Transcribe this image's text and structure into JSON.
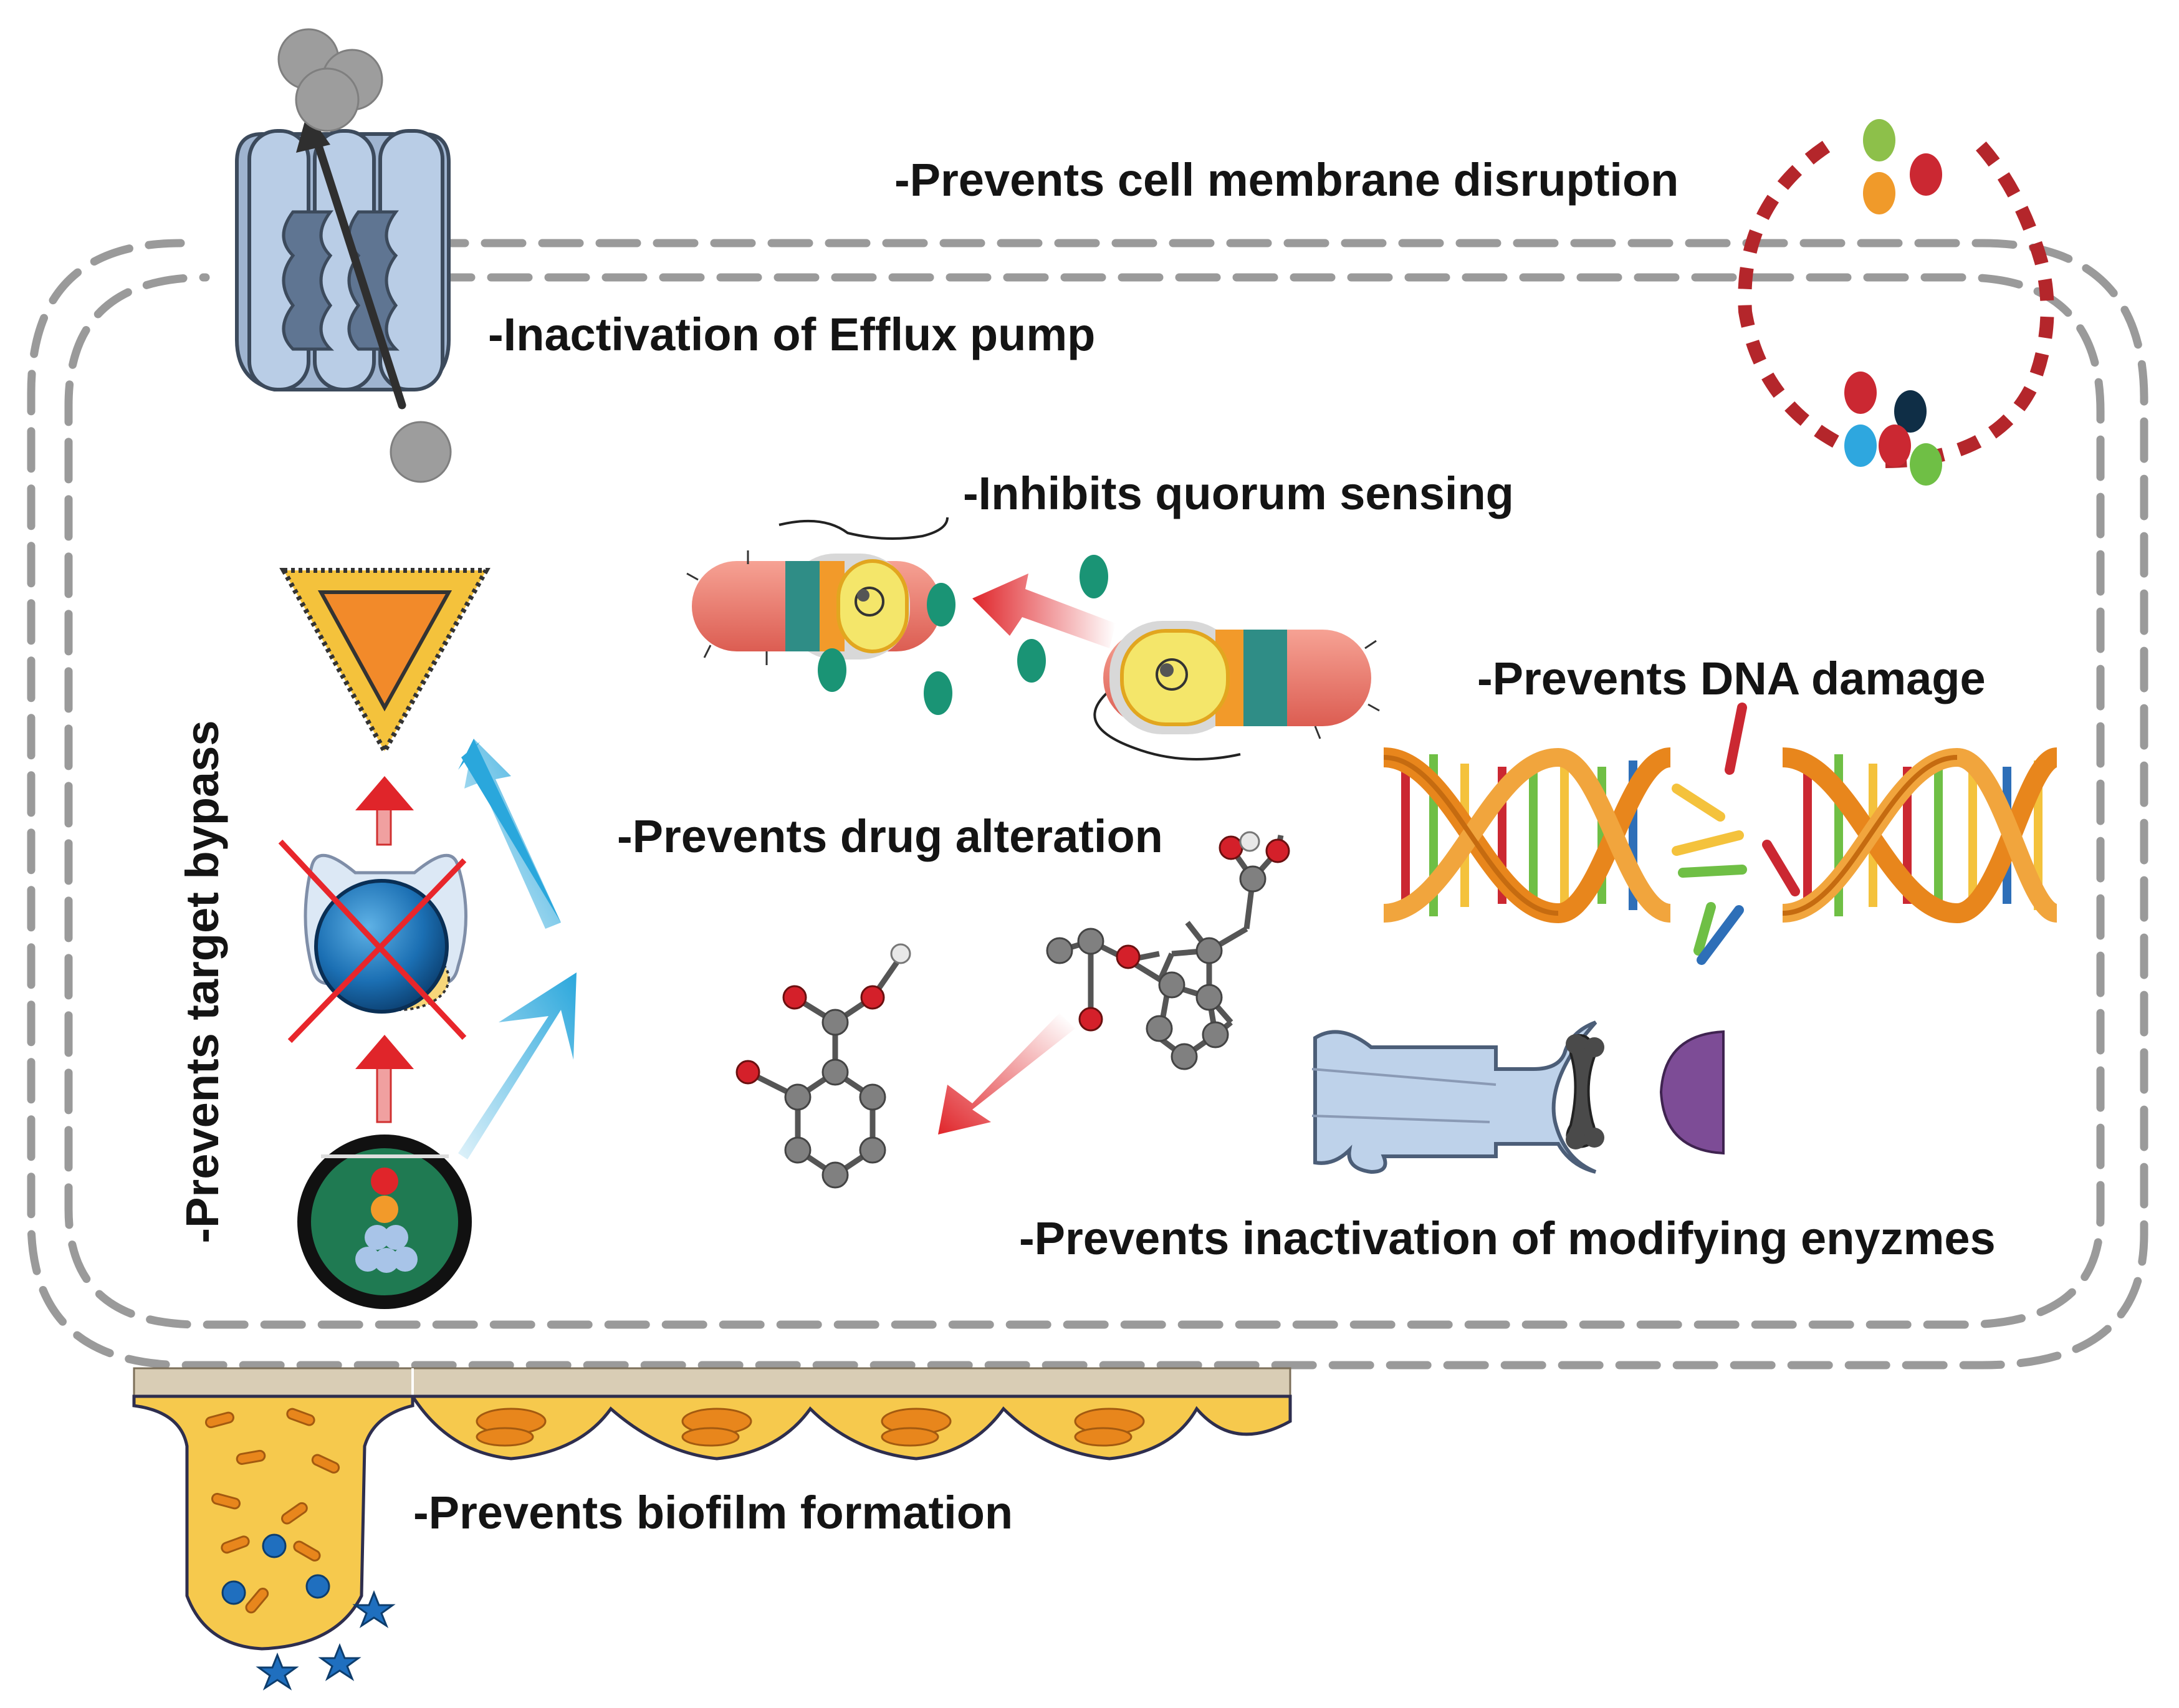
{
  "labels": {
    "membrane": "-Prevents cell membrane disruption",
    "efflux": "-Inactivation of Efflux pump",
    "quorum": "-Inhibits quorum sensing",
    "target_bypass": "-Prevents target bypass",
    "dna": "-Prevents DNA damage",
    "drug_alteration": "-Prevents drug alteration",
    "enzymes": "-Prevents inactivation of modifying enyzmes",
    "biofilm": "-Prevents biofilm formation"
  },
  "colors": {
    "membrane_dash": "#9a9a9a",
    "burst_membrane": "#b4262b",
    "pump_body": "#b9cde6",
    "pump_outline": "#3c4a5c",
    "drug_particle": "#9d9d9d",
    "autoinducer": "#1a9475",
    "red_arrow": "#e0252a",
    "blue_arrow": "#2aa7dc",
    "target_orange": "#f28a2a",
    "target_yellow": "#f4c23c",
    "dna_orange": "#e8861c",
    "biofilm_yellow": "#f6c94d",
    "enzyme_blue": "#bed2ea",
    "inhibitor_purple": "#7d4c96",
    "atom_grey": "#808080",
    "atom_red": "#d4202a"
  }
}
